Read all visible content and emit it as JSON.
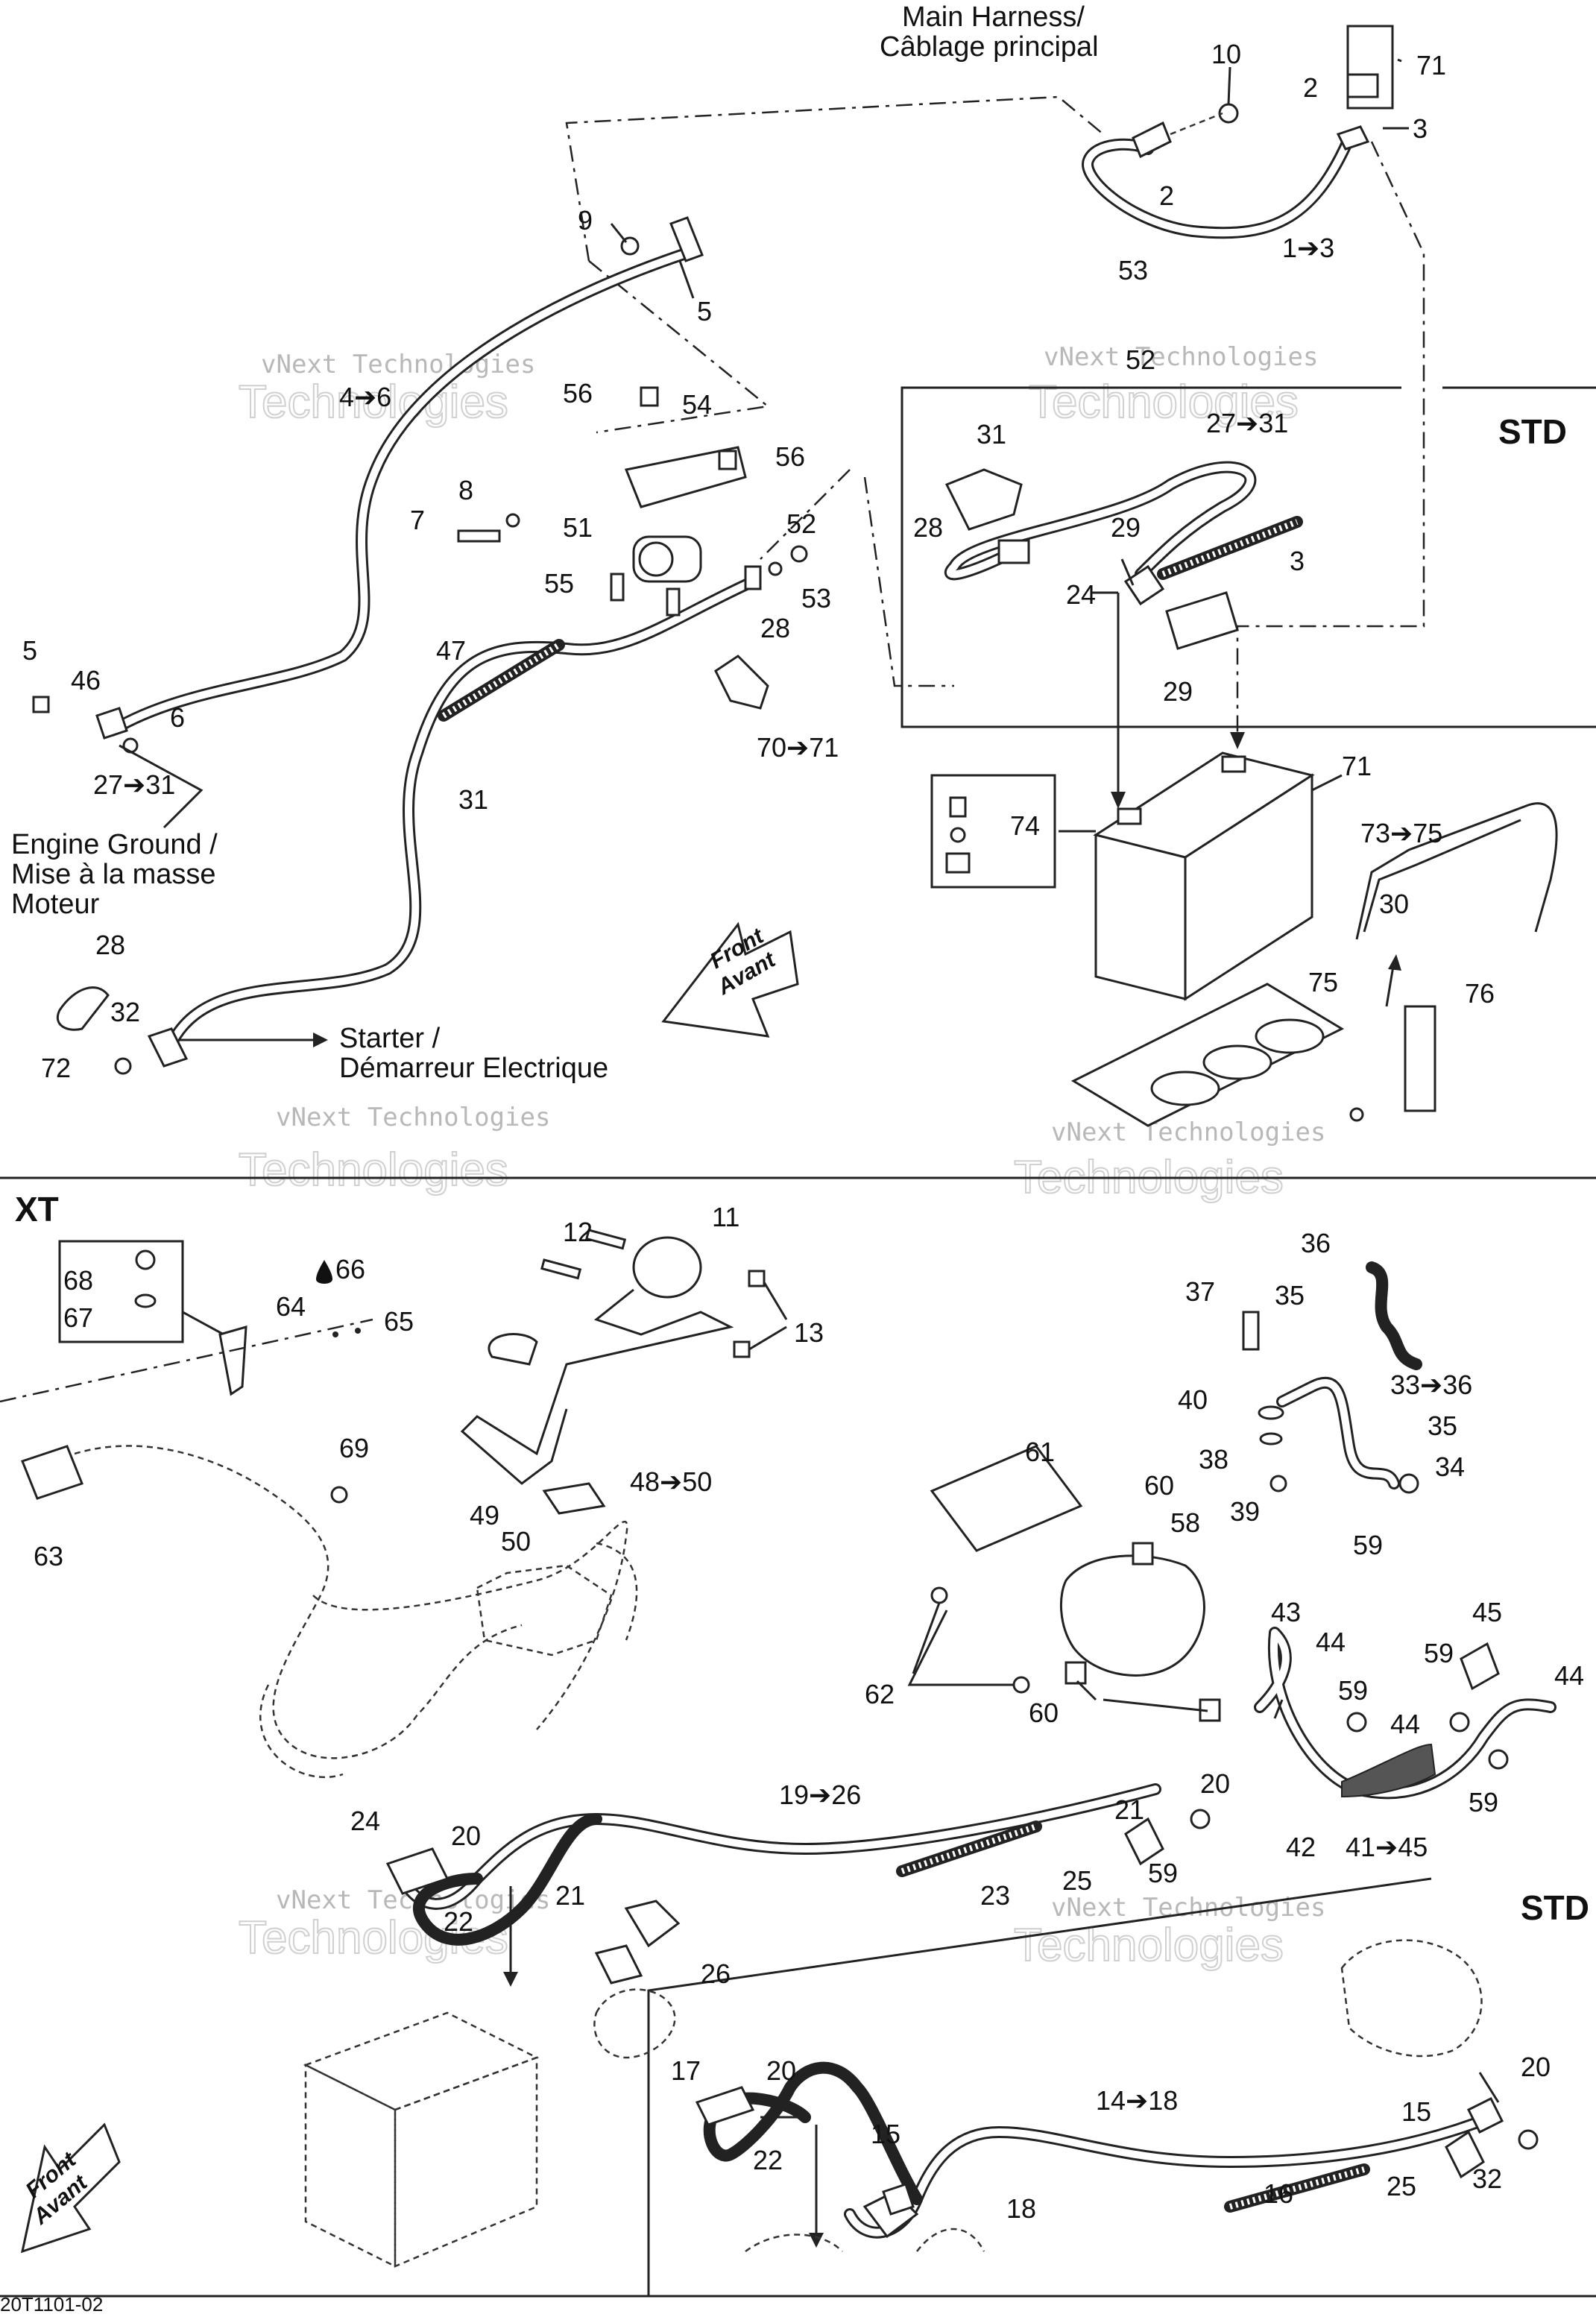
{
  "sections": {
    "std_top": "STD",
    "xt": "XT",
    "std_bottom": "STD"
  },
  "notes": {
    "main_harness_1": "Main Harness/",
    "main_harness_2": "Câblage principal",
    "engine_ground_1": "Engine Ground /",
    "engine_ground_2": "Mise à la masse",
    "engine_ground_3": "Moteur",
    "starter_1": "Starter /",
    "starter_2": "Démarreur Electrique"
  },
  "front_arrow": {
    "line1": "Front",
    "line2": "Avant"
  },
  "drawing_code": "20T1101-02",
  "watermark": {
    "line1": "vNext Technologies",
    "line2": "Technologies"
  },
  "callouts": {
    "top": [
      "10",
      "71",
      "2",
      "3",
      "2",
      "1➔3",
      "9",
      "5",
      "4➔6",
      "53",
      "52",
      "56",
      "54",
      "56",
      "8",
      "7",
      "51",
      "52",
      "55",
      "53",
      "28",
      "31",
      "27➔31",
      "28",
      "29",
      "3",
      "24",
      "29",
      "47",
      "5",
      "46",
      "6",
      "27➔31",
      "31",
      "70➔71",
      "71",
      "74",
      "73➔75",
      "30",
      "28",
      "32",
      "72",
      "75",
      "76"
    ],
    "xt": [
      "11",
      "12",
      "13",
      "68",
      "67",
      "64",
      "66",
      "65",
      "63",
      "69",
      "49",
      "50",
      "48➔50",
      "36",
      "37",
      "35",
      "33➔36",
      "40",
      "35",
      "38",
      "34",
      "39",
      "59",
      "61",
      "60",
      "58",
      "62",
      "60",
      "43",
      "44",
      "59",
      "45",
      "59",
      "44",
      "44",
      "59",
      "42",
      "41➔45",
      "20",
      "21",
      "19➔26",
      "23",
      "25",
      "59",
      "24",
      "20",
      "22",
      "21",
      "26"
    ],
    "std_bottom": [
      "17",
      "20",
      "22",
      "15",
      "18",
      "14➔18",
      "16",
      "20",
      "15",
      "25",
      "32"
    ]
  }
}
